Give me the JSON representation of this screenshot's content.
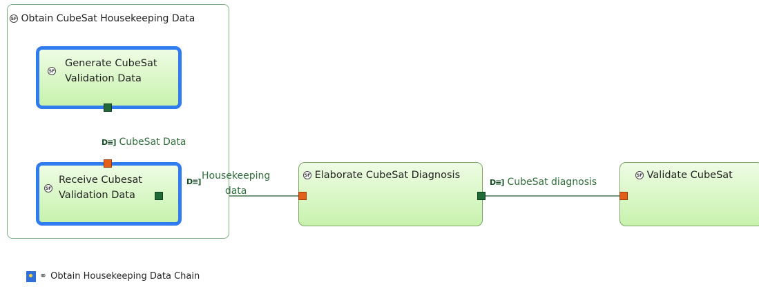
{
  "group": {
    "title": "Obtain CubeSat Housekeeping Data"
  },
  "functions": {
    "generate": {
      "line1": "Generate CubeSat",
      "line2": "Validation Data"
    },
    "receive": {
      "line1": "Receive Cubesat",
      "line2": "Validation Data"
    },
    "elaborate": {
      "label": "Elaborate CubeSat Diagnosis"
    },
    "validate": {
      "label": "Validate CubeSat"
    }
  },
  "exchanges": {
    "cubesat_data": "CubeSat Data",
    "housekeeping_line1": "Housekeeping",
    "housekeeping_line2": "data",
    "cubesat_diagnosis": "CubeSat diagnosis"
  },
  "chain": {
    "label": "Obtain Housekeeping Data Chain"
  },
  "icons": {
    "function": "sf-function-icon",
    "exchange": "functional-exchange-icon",
    "chain": "functional-chain-icon"
  },
  "colors": {
    "selection_border": "#2f7cf0",
    "function_fill": "#c8f2ad",
    "exchange_line": "#1f5a2f",
    "input_port": "#e2601a",
    "output_port": "#1f6a36"
  }
}
